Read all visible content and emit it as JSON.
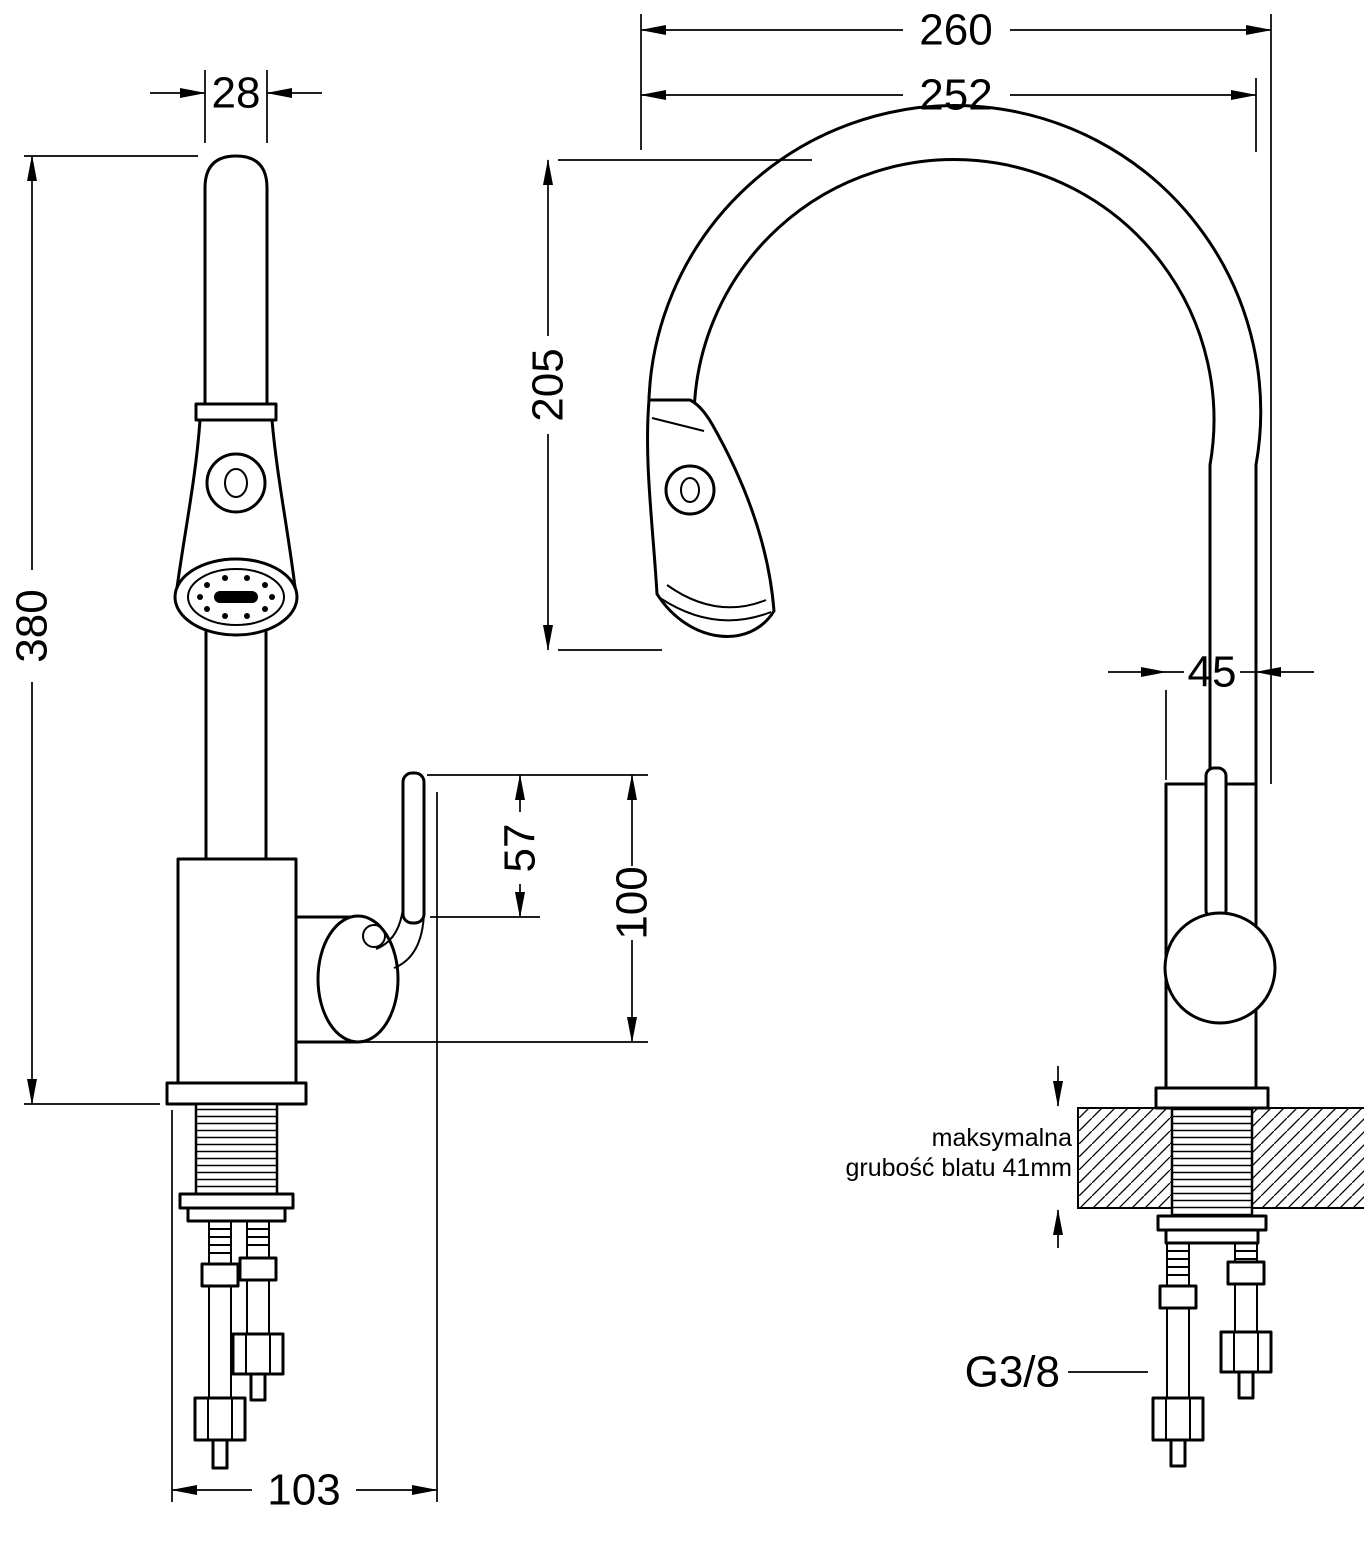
{
  "sheet": {
    "background": "#ffffff",
    "line_color": "#000000"
  },
  "front_view": {
    "dim_spout_width": "28",
    "dim_total_height": "380",
    "dim_handle_upper": "57",
    "dim_handle_height": "100",
    "dim_base_depth": "103"
  },
  "side_view": {
    "dim_overall_reach": "260",
    "dim_spout_reach": "252",
    "dim_spout_height": "205",
    "dim_body_width": "45",
    "thread_label": "G3/8",
    "note_line1": "maksymalna",
    "note_line2": "grubość blatu 41mm"
  }
}
